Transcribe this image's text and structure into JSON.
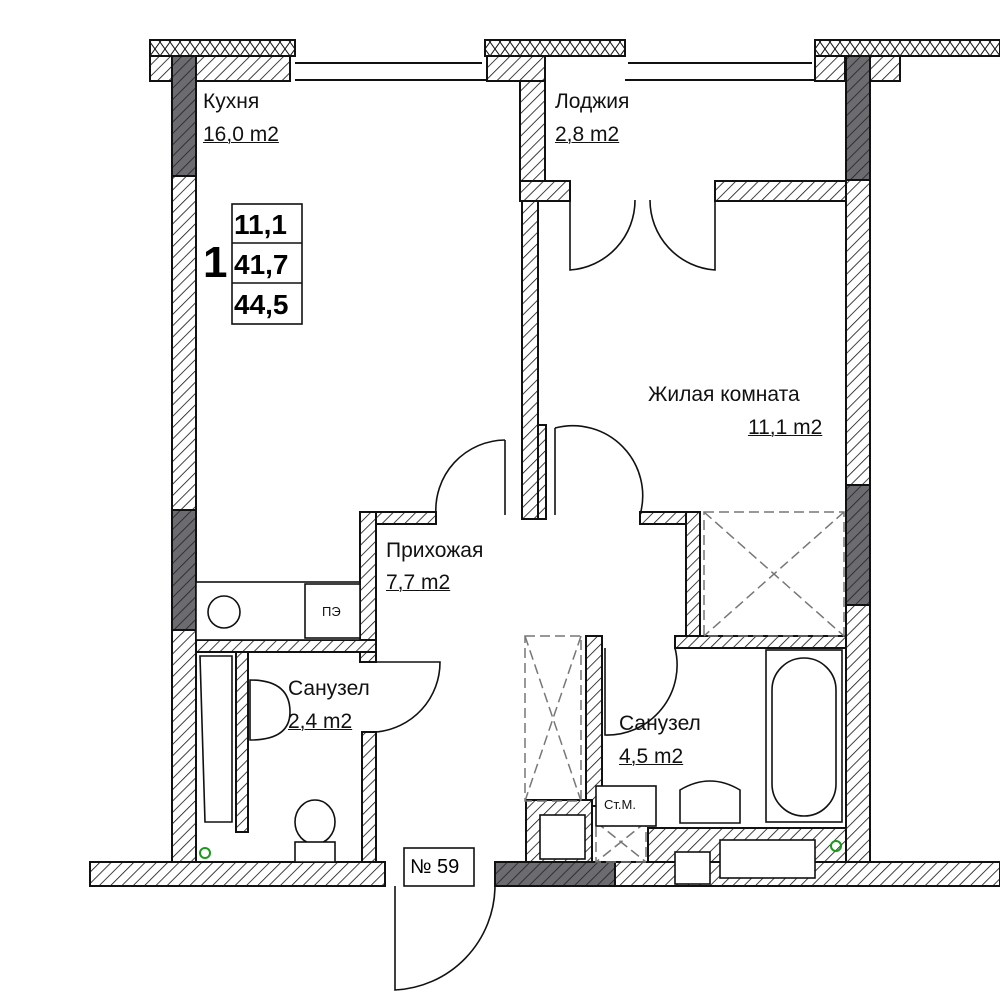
{
  "apartment": {
    "rooms_count": "1",
    "living_area": "11,1",
    "total_area": "41,7",
    "total_area_with_loggia": "44,5",
    "number": "№ 59"
  },
  "rooms": {
    "kitchen": {
      "name": "Кухня",
      "area": "16,0 m2"
    },
    "loggia": {
      "name": "Лоджия",
      "area": "2,8 m2"
    },
    "living": {
      "name": "Жилая комната",
      "area": "11,1 m2"
    },
    "hall": {
      "name": "Прихожая",
      "area": "7,7 m2"
    },
    "bath_small": {
      "name": "Санузел",
      "area": "2,4 m2"
    },
    "bath_large": {
      "name": "Санузел",
      "area": "4,5 m2"
    }
  },
  "fixtures": {
    "stove_label": "ПЭ",
    "washer_label": "Ст.М."
  },
  "colors": {
    "wall_dark": "#6b6b70",
    "line": "#111111",
    "riser": "#1a9a1a"
  }
}
